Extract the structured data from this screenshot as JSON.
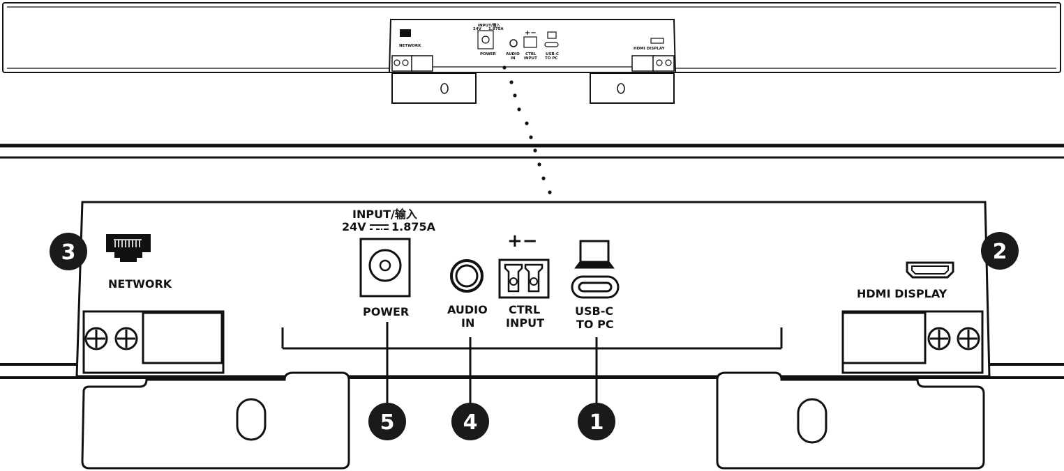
{
  "title": "",
  "callouts": [
    "1",
    "2",
    "3",
    "4",
    "5"
  ],
  "ports": {
    "network": "NETWORK",
    "hdmi": "HDMI DISPLAY",
    "power_input_line1": "INPUT/输入",
    "power_input_line2_left": "24V",
    "power_input_line2_right": "1.875A",
    "power": "POWER",
    "audio_line1": "AUDIO",
    "audio_line2": "IN",
    "ctrl_line1": "CTRL",
    "ctrl_line2": "INPUT",
    "ctrl_polarity": "+−",
    "usbc_line1": "USB-C",
    "usbc_line2": "TO PC"
  },
  "colors": {
    "stroke": "#111111",
    "badge": "#1a1a1a"
  },
  "icons": [
    "ethernet-port-icon",
    "hdmi-port-icon",
    "dc-power-jack-icon",
    "audio-jack-icon",
    "terminal-block-icon",
    "laptop-icon",
    "usb-c-port-icon"
  ]
}
